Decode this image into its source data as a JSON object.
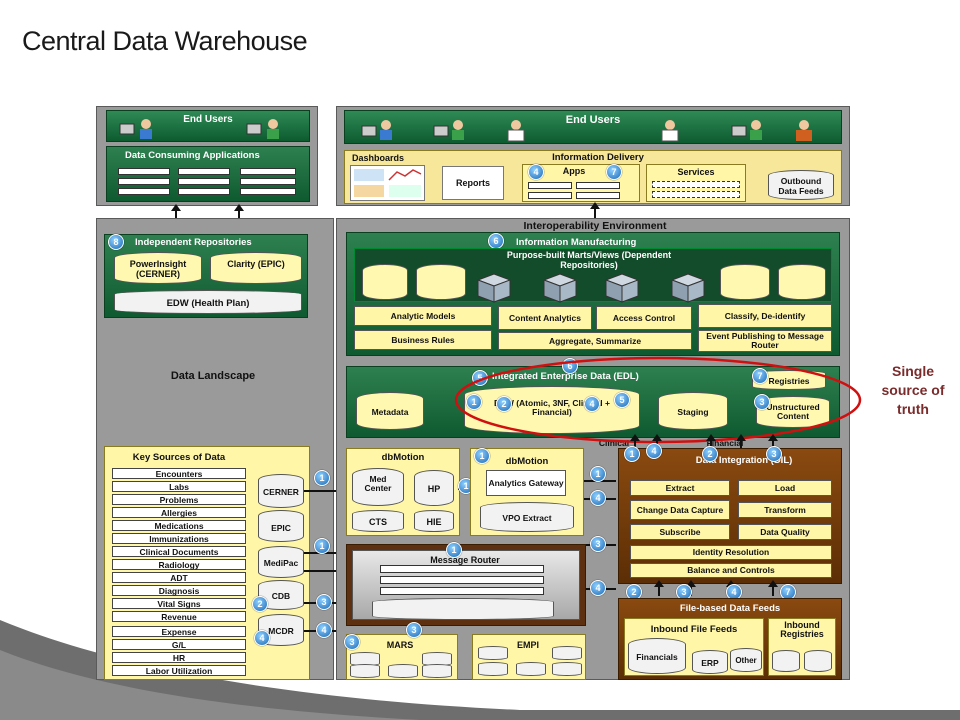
{
  "title": "Central Data Warehouse",
  "left": {
    "end_users": "End Users",
    "data_consuming_apps": "Data Consuming Applications",
    "independent_repos": {
      "header": "Independent Repositories",
      "badge": "8",
      "powerinsight": "PowerInsight (CERNER)",
      "clarity": "Clarity (EPIC)",
      "edw_health_plan": "EDW (Health Plan)"
    },
    "data_landscape": "Data Landscape",
    "key_sources": {
      "header": "Key Sources of Data",
      "items": [
        "Encounters",
        "Labs",
        "Problems",
        "Allergies",
        "Medications",
        "Immunizations",
        "Clinical Documents",
        "Radiology",
        "ADT",
        "Diagnosis",
        "Vital Signs",
        "Revenue",
        "Expense",
        "G/L",
        "HR",
        "Labor Utilization"
      ],
      "systems": [
        "CERNER",
        "EPIC",
        "MediPac",
        "CDB",
        "MCDR"
      ],
      "badges": [
        "2",
        "4"
      ]
    }
  },
  "right": {
    "end_users": "End Users",
    "dashboards": "Dashboards",
    "information_delivery": "Information Delivery",
    "reports": "Reports",
    "apps": "Apps",
    "apps_badges": [
      "4",
      "7"
    ],
    "services": "Services",
    "outbound": "Outbound Data Feeds",
    "interop": "Interoperability Environment",
    "info_manufacturing": "Information Manufacturing",
    "im_badge": "6",
    "marts": "Purpose-built Marts/Views (Dependent Repositories)",
    "im_buttons": {
      "analytic_models": "Analytic Models",
      "content_analytics": "Content Analytics",
      "access_control": "Access Control",
      "classify": "Classify, De-identify",
      "business_rules": "Business Rules",
      "aggregate": "Aggregate, Summarize",
      "event_publishing": "Event Publishing to Message Router"
    },
    "edl": {
      "header": "Integrated Enterprise Data (EDL)",
      "badge": "5",
      "top_badge": "6",
      "metadata": "Metadata",
      "edw": "EDW (Atomic, 3NF, Clinical + Financial)",
      "edw_badges": [
        "1",
        "2",
        "4",
        "5"
      ],
      "staging": "Staging",
      "registries": "Registries",
      "registries_badge": "7",
      "unstructured": "Unstructured Content",
      "unstructured_badge": "3",
      "clinical": "Clinical",
      "financial": "Financial"
    },
    "dbmotion1": {
      "header": "dbMotion",
      "med_center": "Med Center",
      "hp": "HP",
      "cts": "CTS",
      "hie": "HIE"
    },
    "dbmotion2": {
      "header": "dbMotion",
      "badge": "1",
      "analytics_gateway": "Analytics Gateway",
      "vpo_extract": "VPO Extract"
    },
    "dil": {
      "header": "Data Integration (DIL)",
      "badges": [
        "1",
        "4",
        "2",
        "3"
      ],
      "extract": "Extract",
      "load": "Load",
      "change_data_capture": "Change Data Capture",
      "transform": "Transform",
      "subscribe": "Subscribe",
      "data_quality": "Data Quality",
      "identity_resolution": "Identity Resolution",
      "balance": "Balance and Controls"
    },
    "message_router": {
      "label": "Message Router",
      "badge": "1"
    },
    "mars": "MARS",
    "mars_badges": [
      "3",
      "3"
    ],
    "empi": "EMPI",
    "file_feeds": {
      "header": "File-based Data Feeds",
      "badges": [
        "2",
        "3",
        "4",
        "7"
      ],
      "inbound_file_feeds": "Inbound File Feeds",
      "financials": "Financials",
      "erp": "ERP",
      "other": "Other",
      "inbound_registries": "Inbound Registries"
    },
    "connector_badges_left": [
      "1",
      "1",
      "3",
      "4"
    ],
    "connector_badges_mid": [
      "1",
      "1",
      "2",
      "3",
      "4"
    ],
    "connector_badges_right": [
      "1",
      "4",
      "3",
      "4"
    ]
  },
  "callout": "Single source of truth",
  "colors": {
    "green": "#0f5a30",
    "yellow": "#fff6a8",
    "brown": "#5c2e05",
    "grey": "#9a9a9a",
    "callout_text": "#7a2b2b",
    "ellipse": "#d01010"
  }
}
